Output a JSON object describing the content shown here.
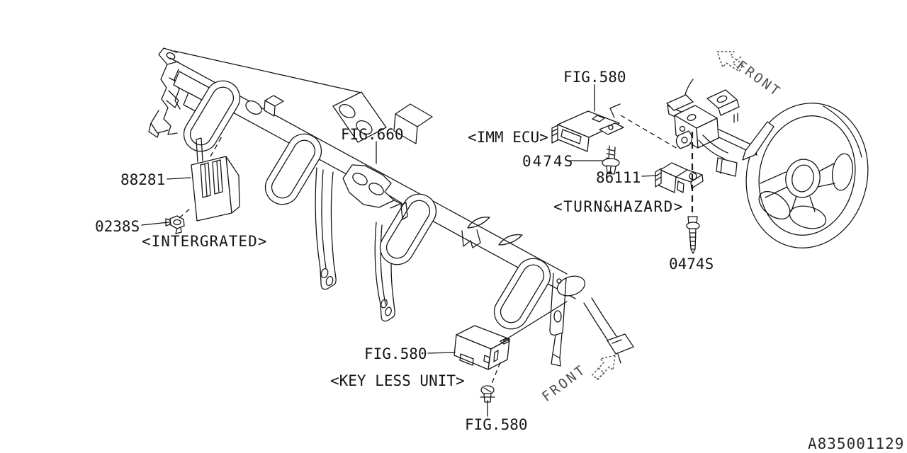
{
  "page": {
    "background": "#ffffff",
    "line_color": "#161616",
    "front_arrow_color": "#4f4f4f"
  },
  "callouts": {
    "fig580_imm": "FIG.580",
    "imm_ecu": "<IMM ECU>",
    "screw_0474s_imm": "0474S",
    "part_86111": "86111",
    "turn_hazard": "<TURN&HAZARD>",
    "screw_0474s_column": "0474S",
    "part_88281": "88281",
    "nut_0238s": "0238S",
    "integrated": "<INTERGRATED>",
    "fig660": "FIG.660",
    "fig580_keyless": "FIG.580",
    "keyless_unit": "<KEY LESS UNIT>",
    "fig580_clip": "FIG.580"
  },
  "direction_labels": {
    "front_upper": "FRONT",
    "front_lower": "FRONT"
  },
  "title_block": {
    "drawing_number": "A835001129"
  }
}
